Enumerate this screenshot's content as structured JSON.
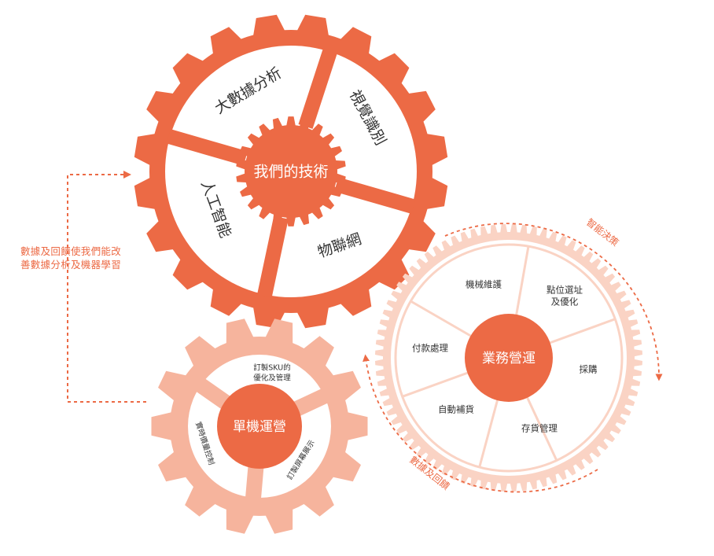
{
  "colors": {
    "accent": "#EC6A45",
    "gear_light": "#F6B49D",
    "gear_pale": "#FAD3C4",
    "white": "#FFFFFF",
    "dark_text": "#333333"
  },
  "tech_gear": {
    "center_label": "我們的技術",
    "segments": [
      "大數據分析",
      "視覺識別",
      "物聯網",
      "人工智能"
    ]
  },
  "machine_gear": {
    "center_label": "單機運營",
    "segments": [
      "訂製SKU的",
      "優化及管理",
      "實時價量控制",
      "訂製屏幕展示"
    ]
  },
  "business_gear": {
    "center_label": "業務營運",
    "segments": [
      "機械維護",
      "點位選址",
      "及優化",
      "採購",
      "存貨管理",
      "自動補貨",
      "付款處理"
    ]
  },
  "arrows": {
    "smart_decision": "智能決策",
    "data_feedback": "數據及回饋"
  },
  "side_note": "數據及回饋使我們能改善數據分析及機器學習"
}
